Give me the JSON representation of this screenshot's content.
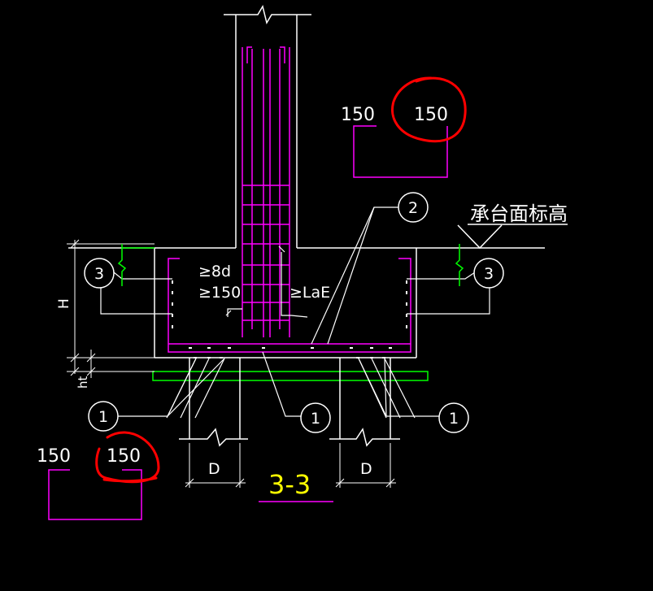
{
  "drawing": {
    "section_title": "3-3",
    "elevation_label": "承台面标高",
    "dim_H": "H",
    "dim_ht": "ht",
    "dim_D_left": "D",
    "dim_D_right": "D",
    "anchor_8d": "≥8d",
    "anchor_150": "≥150",
    "anchor_LaE": "≥LaE",
    "callouts": {
      "c3_left": "3",
      "c3_right": "3",
      "c2": "2",
      "c1_left": "1",
      "c1_mid": "1",
      "c1_right": "1"
    },
    "hook_top": {
      "left": "150",
      "right": "150"
    },
    "hook_bottom": {
      "left": "150",
      "right": "150"
    }
  },
  "colors": {
    "background": "#000000",
    "lines": "#ffffff",
    "rebar": "#ff00ff",
    "pad": "#00ff00",
    "title": "#ffff00",
    "markup": "#ff0000"
  }
}
